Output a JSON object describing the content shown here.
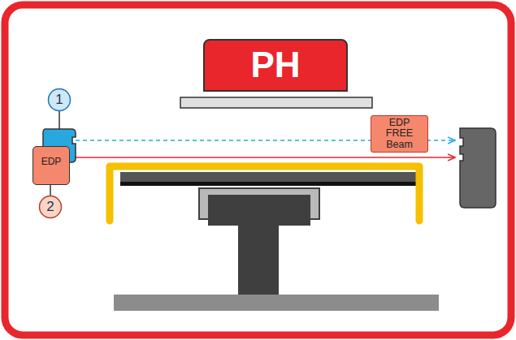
{
  "diagram": {
    "nodes": [
      {
        "text": [
          "PH"
        ]
      },
      {
        "text": [
          "EDP"
        ]
      },
      {
        "text": [
          "EDP FREE Beam"
        ]
      }
    ],
    "labels": [
      "1",
      "2"
    ]
  }
}
